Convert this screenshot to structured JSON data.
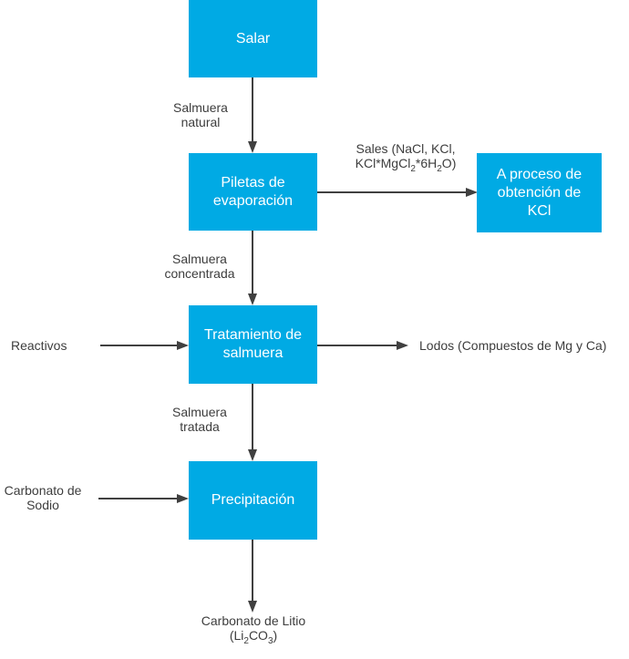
{
  "diagram": {
    "type": "flowchart",
    "topic": "Proceso de obtención de carbonato de litio desde salmuera",
    "colors": {
      "box_fill": "#00aae4",
      "box_text": "#ffffff",
      "arrow": "#404040",
      "label_text": "#3d3d3d",
      "background": "#ffffff"
    },
    "boxes": {
      "salar": "Salar",
      "piletas": "Piletas de evaporación",
      "kcl": "A proceso de obtención de KCl",
      "tratamiento": "Tratamiento de salmuera",
      "precipitacion": "Precipitación"
    },
    "labels": {
      "salmuera_natural": {
        "line1": "Salmuera",
        "line2": "natural"
      },
      "sales": {
        "line1": "Sales (NaCl, KCl,",
        "line2_a": "KCl*MgCl",
        "line2_a_sub": "2",
        "line2_b": "*6H",
        "line2_b_sub": "2",
        "line2_c": "O)"
      },
      "salmuera_concentrada": {
        "line1": "Salmuera",
        "line2": "concentrada"
      },
      "reactivos": "Reactivos",
      "lodos": "Lodos (Compuestos de Mg y Ca)",
      "salmuera_tratada": {
        "line1": "Salmuera",
        "line2": "tratada"
      },
      "carbonato_sodio": {
        "line1": "Carbonato de",
        "line2": "Sodio"
      },
      "carbonato_litio": {
        "line1": "Carbonato de Litio",
        "line2_a": "(Li",
        "line2_a_sub": "2",
        "line2_b": "CO",
        "line2_b_sub": "3",
        "line2_c": ")"
      }
    },
    "edges": [
      {
        "from": "Salar",
        "to": "Piletas de evaporación",
        "label": "Salmuera natural"
      },
      {
        "from": "Piletas de evaporación",
        "to": "A proceso de obtención de KCl",
        "label": "Sales (NaCl, KCl, KCl*MgCl2*6H2O)"
      },
      {
        "from": "Piletas de evaporación",
        "to": "Tratamiento de salmuera",
        "label": "Salmuera concentrada"
      },
      {
        "from": "Reactivos",
        "to": "Tratamiento de salmuera",
        "label": ""
      },
      {
        "from": "Tratamiento de salmuera",
        "to": "Lodos (Compuestos de Mg y Ca)",
        "label": ""
      },
      {
        "from": "Tratamiento de salmuera",
        "to": "Precipitación",
        "label": "Salmuera tratada"
      },
      {
        "from": "Carbonato de Sodio",
        "to": "Precipitación",
        "label": ""
      },
      {
        "from": "Precipitación",
        "to": "Carbonato de Litio (Li2CO3)",
        "label": ""
      }
    ]
  }
}
